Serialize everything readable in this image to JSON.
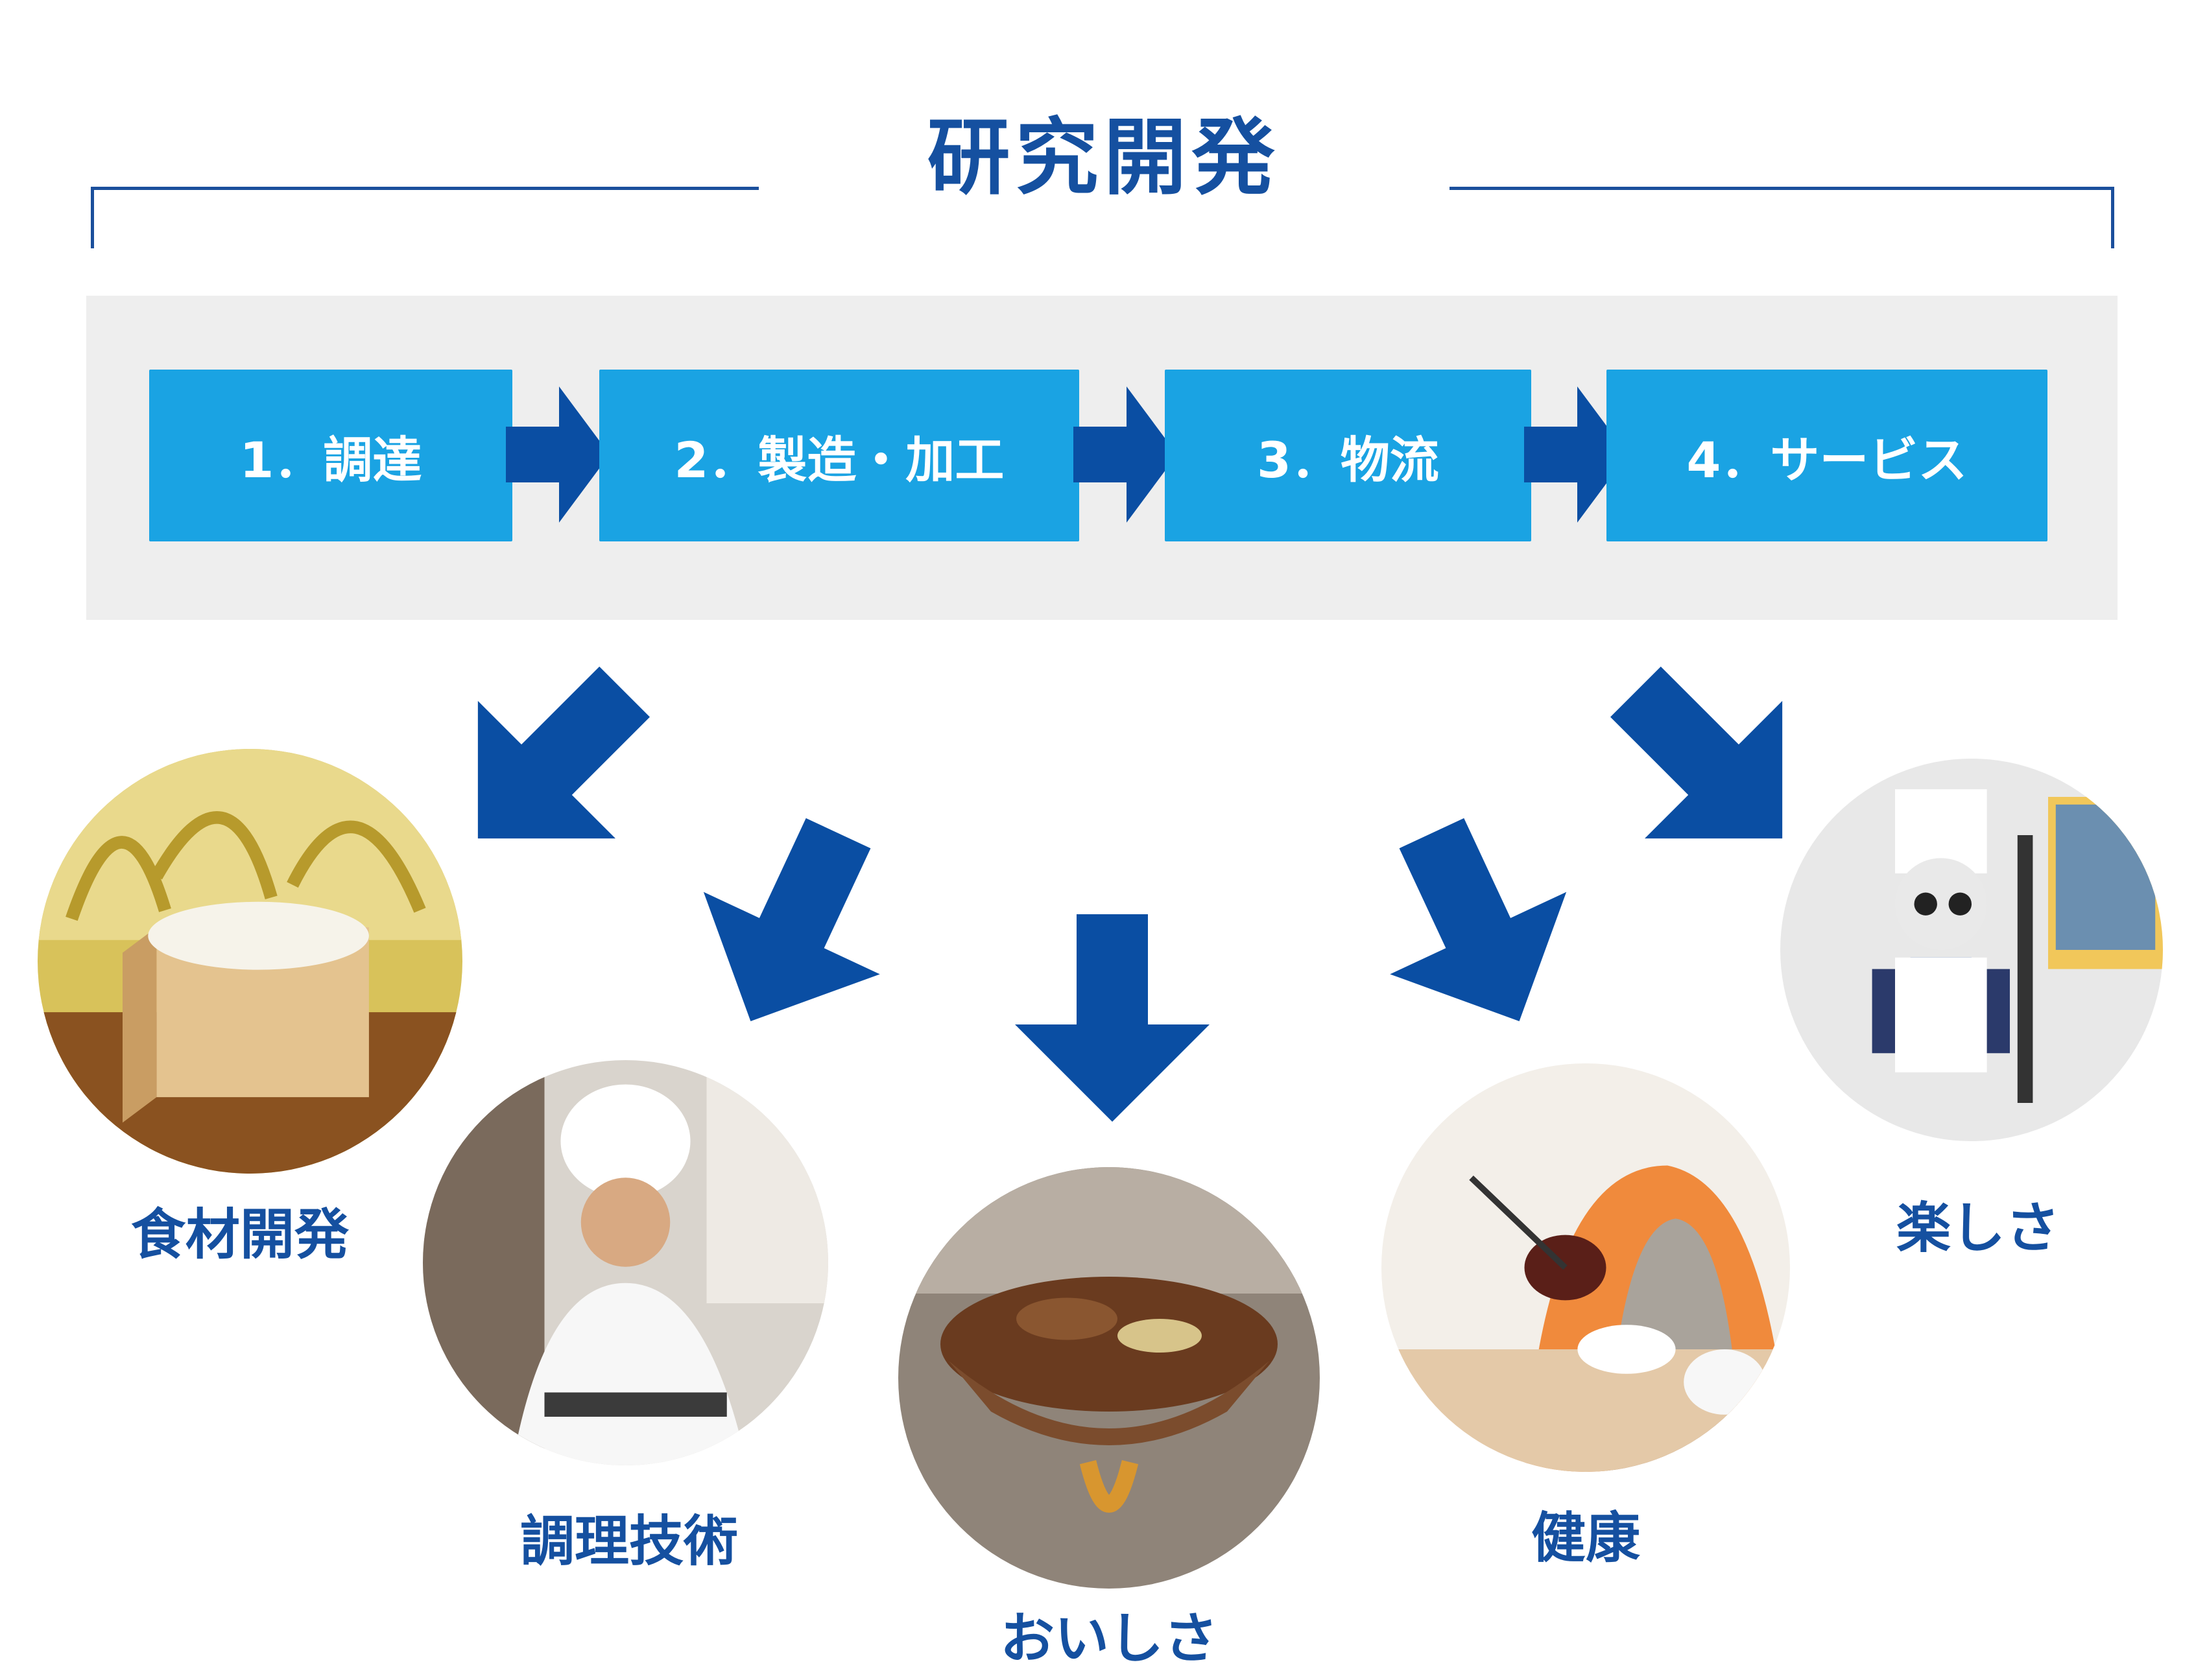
{
  "title": "研究開発",
  "process_steps": [
    {
      "label": "1．調達"
    },
    {
      "label": "2．製造・加工"
    },
    {
      "label": "3．物流"
    },
    {
      "label": "4．サービス"
    }
  ],
  "outcomes": [
    {
      "label": "食材開発"
    },
    {
      "label": "調理技術"
    },
    {
      "label": "おいしさ"
    },
    {
      "label": "健康"
    },
    {
      "label": "楽しさ"
    }
  ],
  "colors": {
    "title": "#1550a0",
    "step_box": "#1aa3e3",
    "arrow": "#0a4ea3",
    "band": "#eeeeee"
  }
}
